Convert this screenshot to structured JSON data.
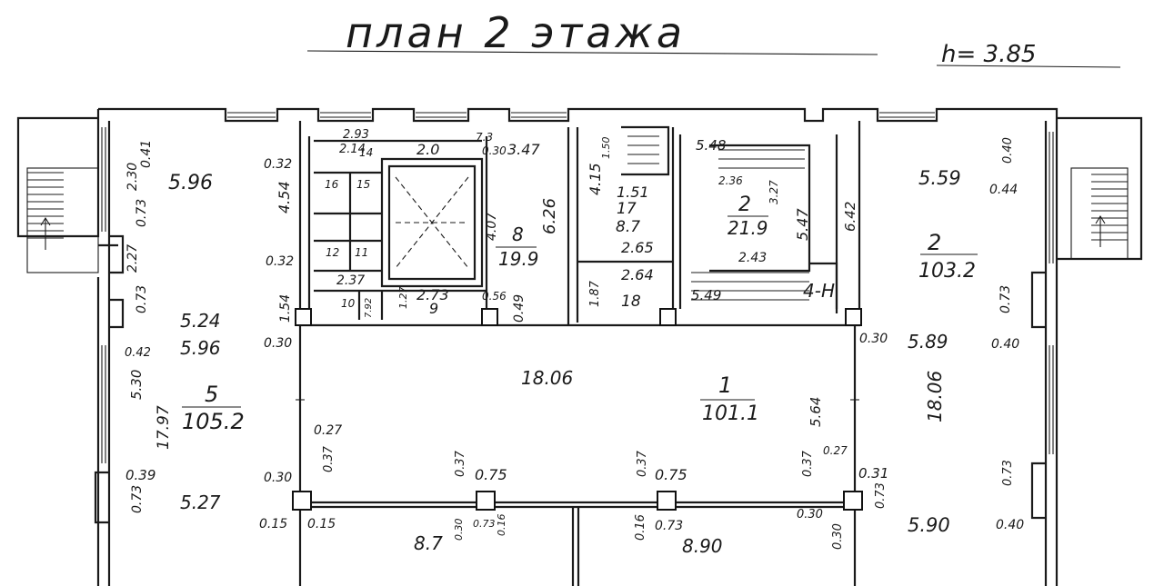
{
  "title": "план 2 этажа",
  "height_note": "h= 3.85",
  "rooms": [
    {
      "id": "5",
      "number": "5",
      "area": "105.2"
    },
    {
      "id": "1",
      "number": "1",
      "area": "101.1"
    },
    {
      "id": "2left",
      "number": "2",
      "area": "21.9"
    },
    {
      "id": "2right",
      "number": "2",
      "area": "103.2"
    },
    {
      "id": "8",
      "number": "8",
      "area": "19.9"
    },
    {
      "id": "17",
      "number": "17",
      "area": "8.7"
    },
    {
      "id": "18",
      "number": "18"
    },
    {
      "id": "9",
      "number": "9"
    },
    {
      "id": "10",
      "number": "10"
    },
    {
      "id": "11",
      "number": "11"
    },
    {
      "id": "12",
      "number": "12"
    },
    {
      "id": "14",
      "number": "14"
    },
    {
      "id": "15",
      "number": "15"
    },
    {
      "id": "16",
      "number": "16"
    },
    {
      "id": "4H",
      "number": "4-Н"
    }
  ],
  "dimensions": [
    "5.96",
    "2.30",
    "0.41",
    "0.73",
    "2.27",
    "0.73",
    "5.24",
    "5.96",
    "0.42",
    "5.30",
    "17.97",
    "0.39",
    "0.73",
    "5.27",
    "0.15",
    "0.15",
    "0.32",
    "4.54",
    "0.32",
    "1.54",
    "0.30",
    "2.93",
    "2.14",
    "2.0",
    "7.3",
    "0.30",
    "3.47",
    "2.37",
    "7.92",
    "1.27",
    "2.73",
    "0.56",
    "0.49",
    "4.07",
    "6.26",
    "4.15",
    "1.50",
    "1.51",
    "2.65",
    "2.64",
    "1.87",
    "5.48",
    "2.36",
    "3.27",
    "5.47",
    "2.43",
    "5.49",
    "6.42",
    "5.59",
    "0.40",
    "0.44",
    "0.73",
    "0.30",
    "5.89",
    "0.40",
    "18.06",
    "18.06",
    "0.27",
    "0.37",
    "0.75",
    "0.37",
    "0.75",
    "5.64",
    "0.27",
    "0.37",
    "0.30",
    "0.31",
    "0.73",
    "0.73",
    "0.40",
    "5.90",
    "0.37",
    "0.73",
    "0.16",
    "0.73",
    "0.16",
    "8.90",
    "0.30",
    "0.30",
    "8.7",
    "0.30"
  ]
}
